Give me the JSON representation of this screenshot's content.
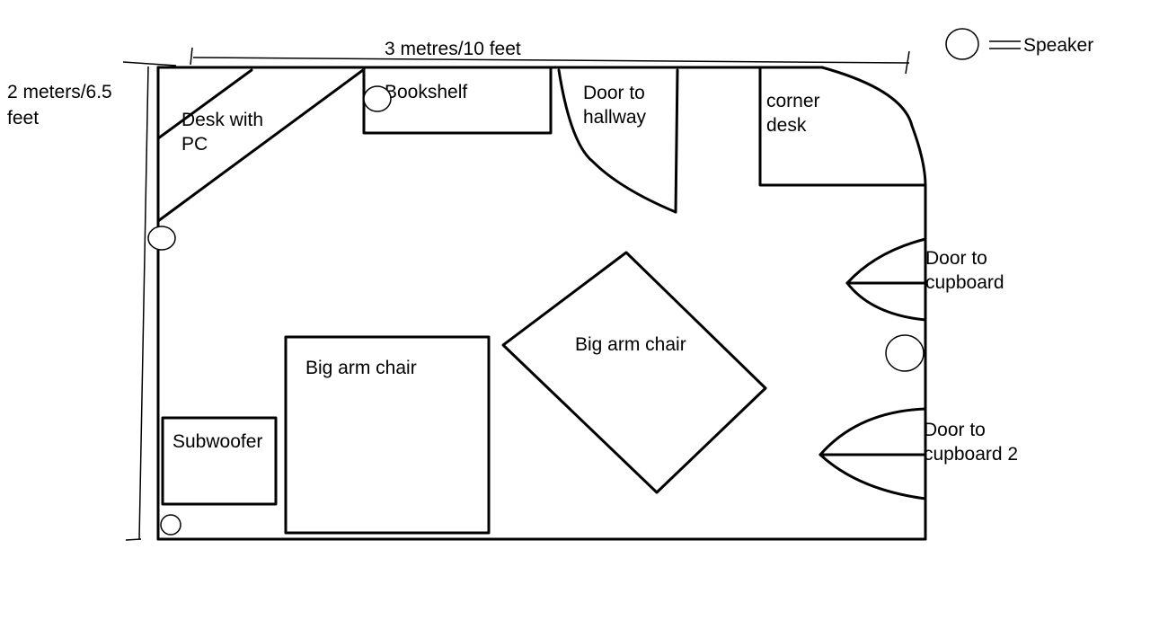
{
  "dimensions": {
    "width_label": "3 metres/10 feet",
    "height_label_line1": "2 meters/6.5",
    "height_label_line2": "feet"
  },
  "legend": {
    "speaker_label": "Speaker",
    "symbol": "speaker-icon"
  },
  "furniture": {
    "desk_pc": {
      "line1": "Desk with",
      "line2": "PC"
    },
    "bookshelf": {
      "label": "Bookshelf"
    },
    "corner_desk": {
      "line1": "corner",
      "line2": "desk"
    },
    "armchair_1": {
      "label": "Big arm chair"
    },
    "armchair_2": {
      "label": "Big arm chair"
    },
    "subwoofer": {
      "label": "Subwoofer"
    }
  },
  "doors": {
    "hallway": {
      "line1": "Door to",
      "line2": "hallway"
    },
    "cupboard_1": {
      "line1": "Door to",
      "line2": "cupboard"
    },
    "cupboard_2": {
      "line1": "Door to",
      "line2": "cupboard 2"
    }
  },
  "colors": {
    "stroke": "#000000",
    "background": "#ffffff"
  }
}
